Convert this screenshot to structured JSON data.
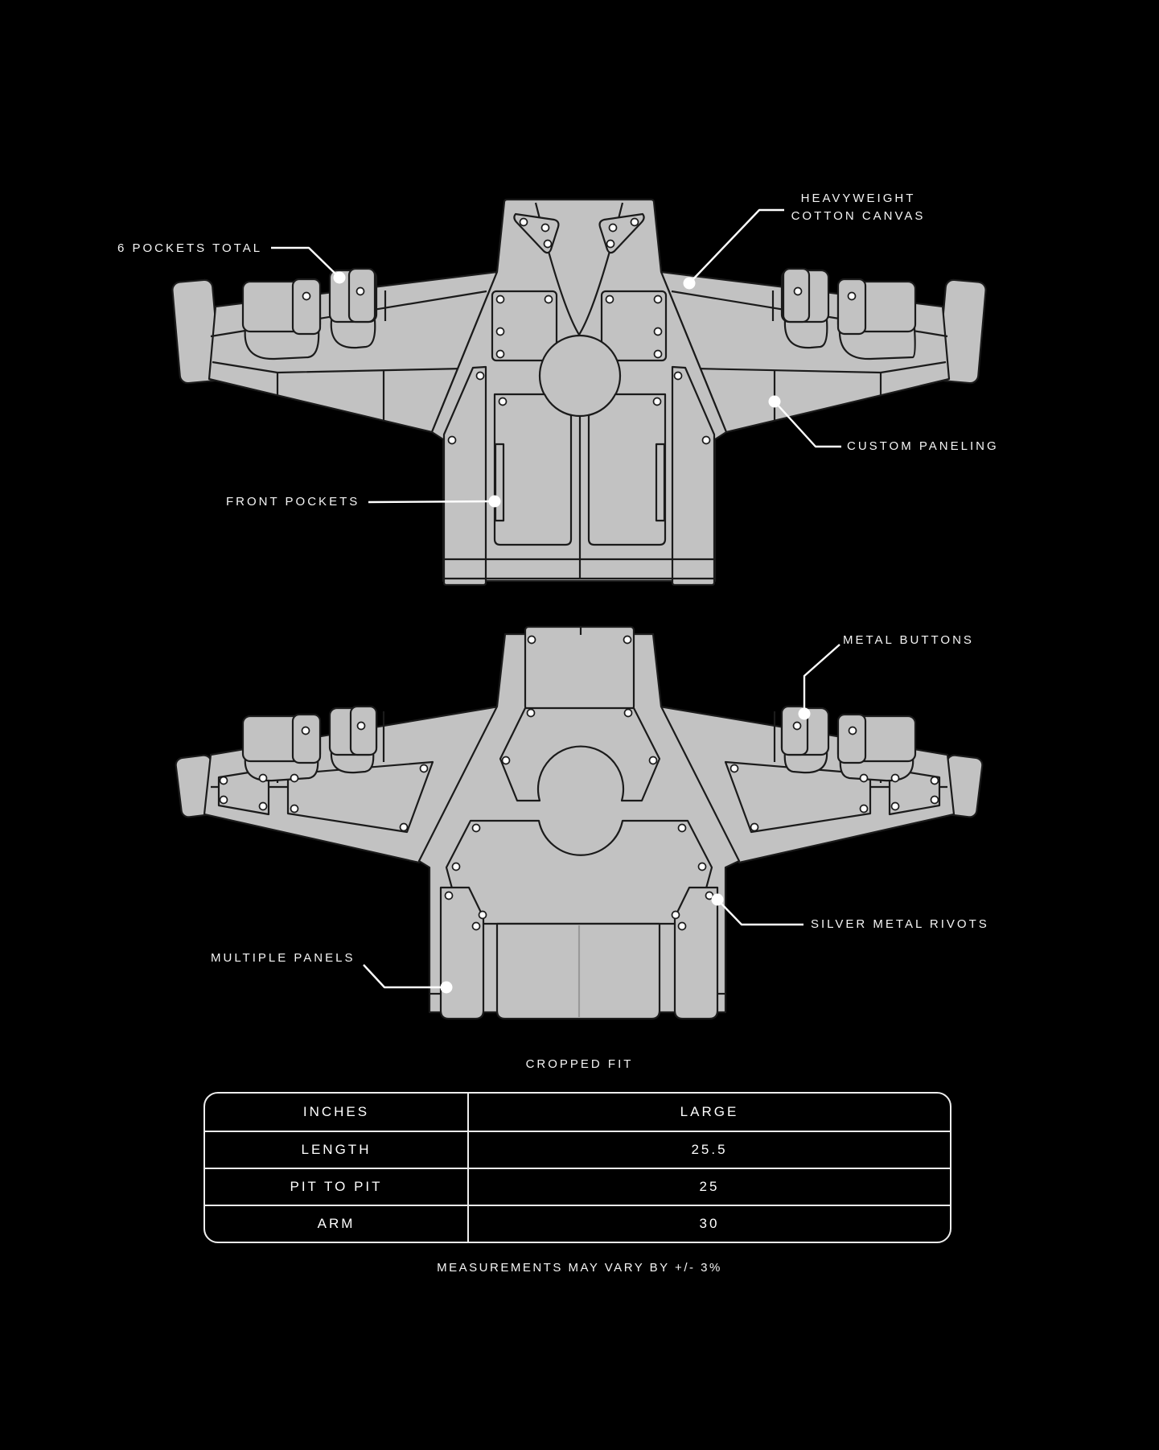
{
  "colors": {
    "background": "#000000",
    "fabric": "#c2c2c2",
    "outline": "#1b1b1b",
    "callout": "#ffffff",
    "text": "#f5f5f5"
  },
  "front_view": {
    "annotations": {
      "pockets_total": "6 POCKETS TOTAL",
      "heavyweight_line1": "HEAVYWEIGHT",
      "heavyweight_line2": "COTTON CANVAS",
      "custom_paneling": "CUSTOM PANELING",
      "front_pockets": "FRONT POCKETS"
    }
  },
  "back_view": {
    "annotations": {
      "metal_buttons": "METAL BUTTONS",
      "silver_rivots": "SILVER METAL RIVOTS",
      "multiple_panels": "MULTIPLE PANELS"
    },
    "caption": "CROPPED FIT"
  },
  "size_table": {
    "unit_header": "INCHES",
    "size_header": "LARGE",
    "rows": [
      {
        "label": "LENGTH",
        "value": "25.5"
      },
      {
        "label": "PIT TO PIT",
        "value": "25"
      },
      {
        "label": "ARM",
        "value": "30"
      }
    ]
  },
  "footnote": "MEASUREMENTS MAY VARY BY +/- 3%"
}
